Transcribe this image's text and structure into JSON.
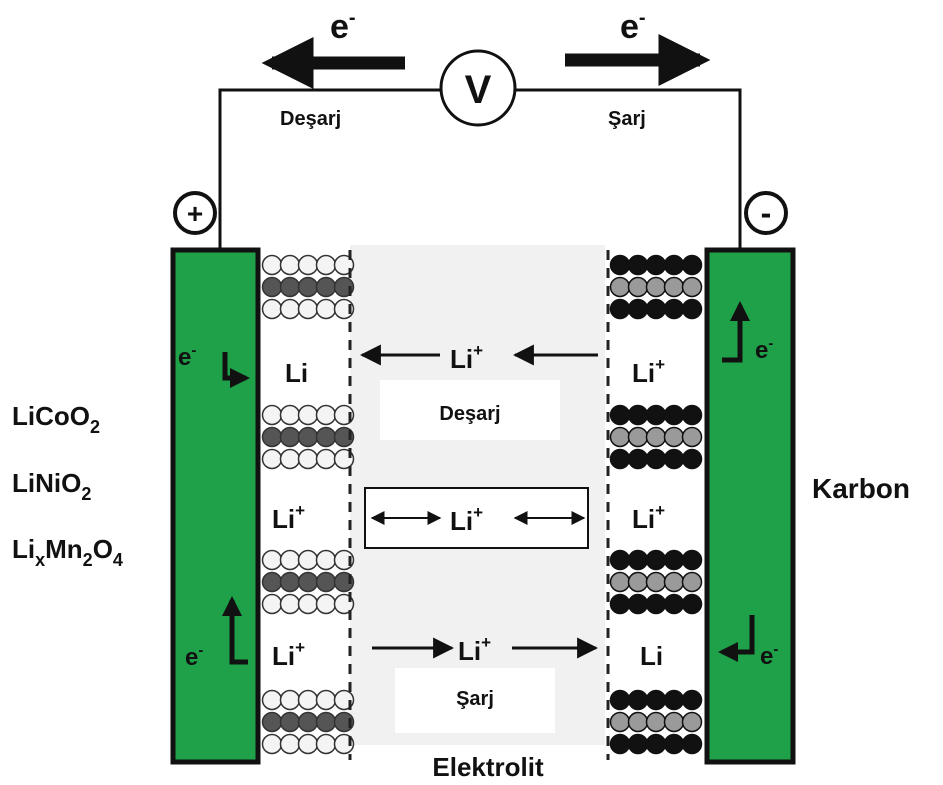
{
  "circuit": {
    "electron_symbol": "e",
    "electron_sup": "-",
    "voltmeter": "V",
    "discharge_label": "Deşarj",
    "charge_label": "Şarj",
    "positive_terminal": "+",
    "negative_terminal": "-"
  },
  "cathode": {
    "materials": [
      {
        "base": "LiCoO",
        "sub": "2"
      },
      {
        "base": "LiNiO",
        "sub": "2"
      },
      {
        "parts": [
          [
            "Li",
            ""
          ],
          [
            "x",
            "sub"
          ],
          [
            "Mn",
            ""
          ],
          [
            "2",
            "sub"
          ],
          [
            "O",
            ""
          ],
          [
            "4",
            "sub"
          ]
        ]
      }
    ],
    "color": "#1fa14a"
  },
  "anode": {
    "material": "Karbon",
    "color": "#1fa14a"
  },
  "electrolyte": {
    "label": "Elektrolit",
    "ion_base": "Li",
    "ion_sup": "+",
    "neutral": "Li",
    "discharge_box": "Deşarj",
    "charge_box": "Şarj"
  }
}
